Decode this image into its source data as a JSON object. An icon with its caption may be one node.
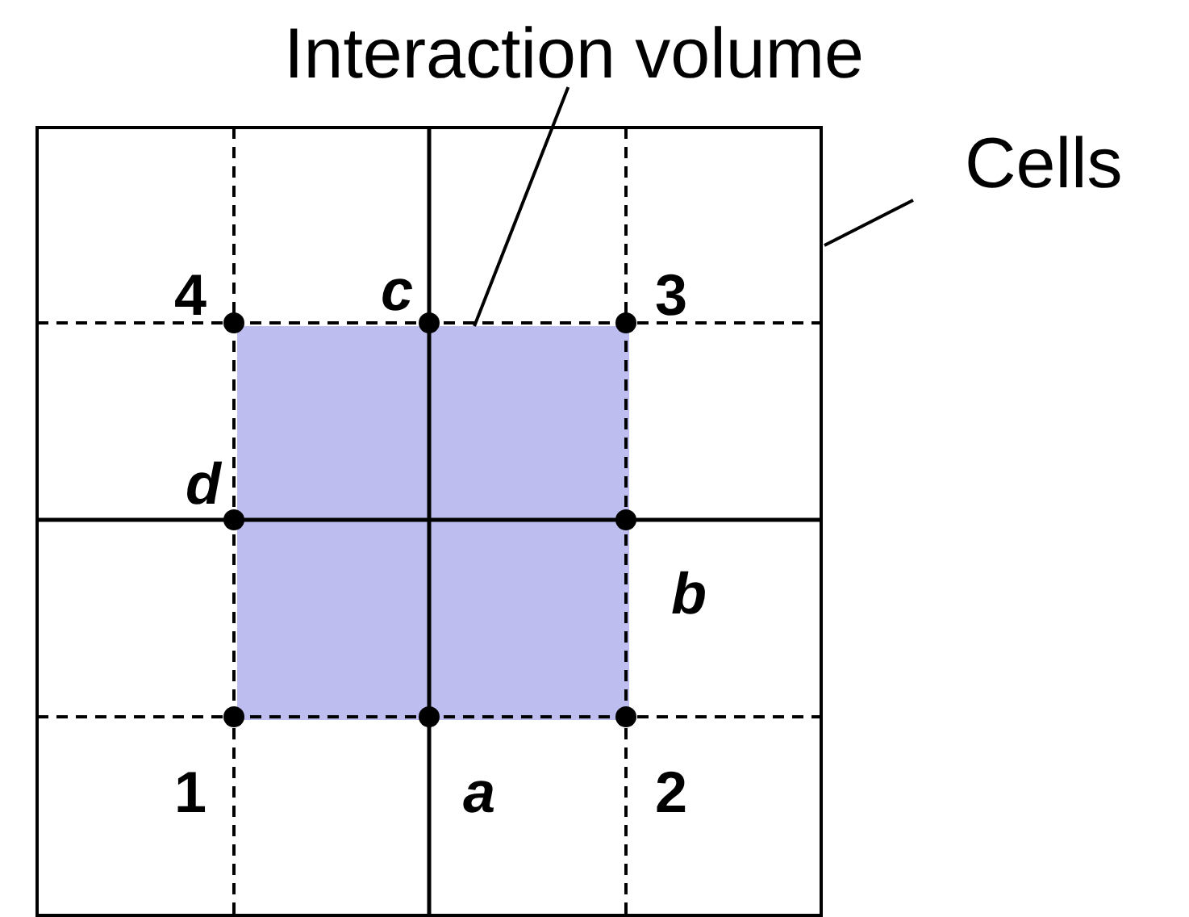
{
  "diagram": {
    "nodes": [
      {
        "text": [
          "Interaction volume"
        ]
      },
      {
        "text": [
          "Cells"
        ]
      },
      {
        "text": [],
        "shape": "box"
      },
      {
        "text": [],
        "shape": "box",
        "in": 2
      }
    ],
    "edges": [
      {
        "from": 0,
        "to": 3,
        "arrow": "none"
      },
      {
        "from": 1,
        "to": 2,
        "arrow": "none"
      }
    ],
    "labels": [
      "4",
      "c",
      "3",
      "d",
      "b",
      "1",
      "a",
      "2"
    ]
  }
}
